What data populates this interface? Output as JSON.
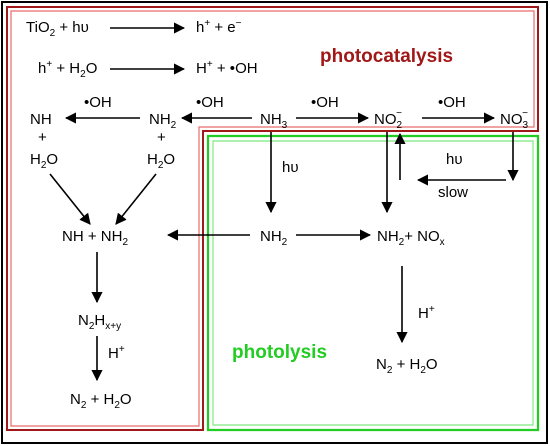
{
  "regions": {
    "photocatalysis": {
      "label": "photocatalysis",
      "color": "#a01818"
    },
    "photolysis": {
      "label": "photolysis",
      "color": "#22cc22"
    }
  },
  "eq1": {
    "l1": "TiO",
    "l2": "2",
    "l3": " + hυ",
    "r1": "h",
    "r2": "+",
    "r3": " +  e",
    "r4": "−"
  },
  "eq2": {
    "l1": "h",
    "l2": "+",
    "l3": " + H",
    "l4": "2",
    "l5": "O",
    "r1": "H",
    "r2": "+",
    "r3": " + ",
    "r4": "•",
    "r5": "OH"
  },
  "species": {
    "nh3": {
      "main": "NH",
      "sub": "3"
    },
    "no2": {
      "main": "NO",
      "sub": "2",
      "sup": "−"
    },
    "no3": {
      "main": "NO",
      "sub": "3",
      "sup": "−"
    },
    "nh2_top": {
      "main": "NH",
      "sub": "2"
    },
    "nh": {
      "main": "NH"
    },
    "plus": "+",
    "water": {
      "a": "H",
      "b": "2",
      "c": "O"
    },
    "nh_nh2": {
      "a": "NH + NH",
      "b": "2"
    },
    "nh2_mid": {
      "main": "NH",
      "sub": "2"
    },
    "nh2_nox": {
      "a": "NH",
      "b": "2",
      "c": "+ NO",
      "d": "x"
    },
    "n2hxy": {
      "a": "N",
      "b": "2",
      "c": "H",
      "d": "x+y"
    },
    "n2_h2o": {
      "a": "N",
      "b": "2",
      "c": " + H",
      "d": "2",
      "e": "O"
    }
  },
  "labels": {
    "oh_dot": "•",
    "oh": "OH",
    "hv": "hυ",
    "slow": "slow",
    "hplus": {
      "main": "H",
      "sup": "+"
    }
  },
  "colors": {
    "text": "#000000",
    "frame": "#000000"
  }
}
